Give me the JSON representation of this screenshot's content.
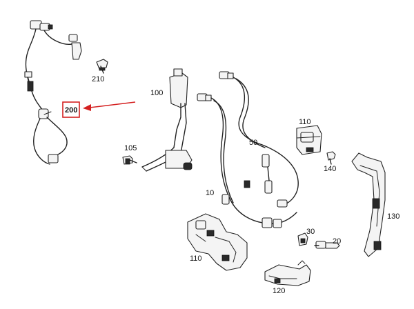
{
  "callouts": {
    "c200": "200",
    "c210": "210",
    "c100": "100",
    "c105": "105",
    "c50": "50",
    "c10": "10",
    "c110a": "110",
    "c140": "140",
    "c130": "130",
    "c30": "30",
    "c20": "20",
    "c110b": "110",
    "c120": "120"
  },
  "colors": {
    "highlight": "#d42020",
    "line": "#222222"
  }
}
